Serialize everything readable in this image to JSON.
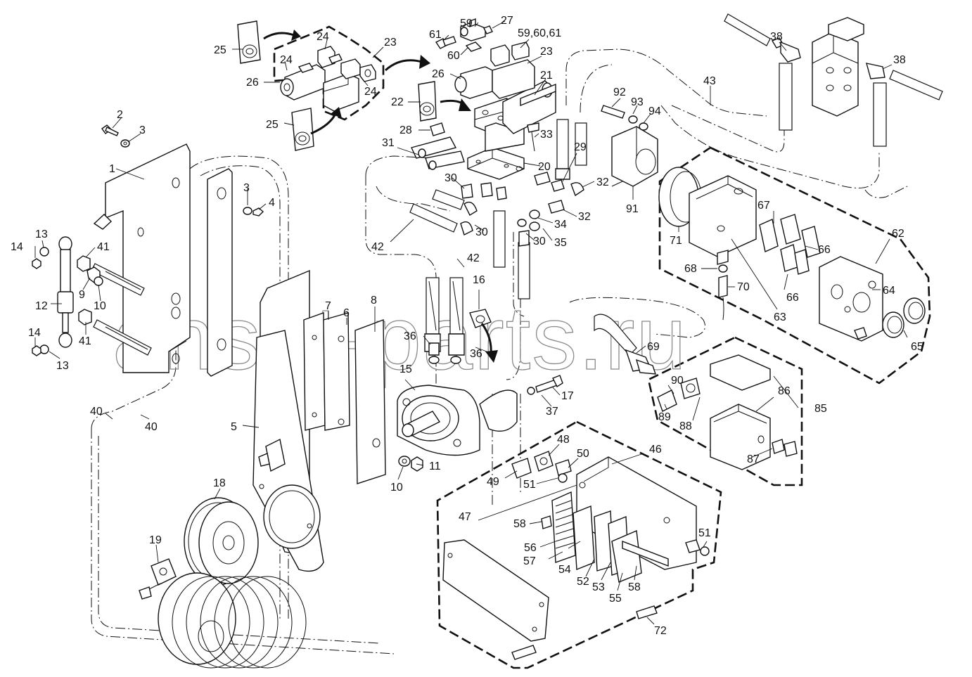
{
  "watermark": "ansat-parts.ru",
  "corner_mark": "",
  "callouts": [
    "2",
    "3",
    "1",
    "3",
    "4",
    "13",
    "14",
    "41",
    "12",
    "9",
    "10",
    "14",
    "41",
    "13",
    "40",
    "40",
    "5",
    "18",
    "19",
    "7",
    "6",
    "8",
    "36",
    "16",
    "36",
    "15",
    "17",
    "37",
    "11",
    "10",
    "42",
    "42",
    "30",
    "30",
    "30",
    "35",
    "34",
    "32",
    "32",
    "29",
    "20",
    "33",
    "31",
    "28",
    "22",
    "21",
    "25",
    "24",
    "24",
    "26",
    "24",
    "23",
    "25",
    "59",
    "27",
    "61",
    "59,60,61",
    "60",
    "26",
    "23",
    "92",
    "93",
    "94",
    "43",
    "91",
    "38",
    "38",
    "67",
    "62",
    "66",
    "66",
    "71",
    "68",
    "70",
    "63",
    "64",
    "65",
    "69",
    "90",
    "89",
    "88",
    "86",
    "85",
    "87",
    "46",
    "48",
    "50",
    "49",
    "51",
    "47",
    "58",
    "56",
    "57",
    "54",
    "52",
    "53",
    "55",
    "58",
    "51",
    "72"
  ]
}
